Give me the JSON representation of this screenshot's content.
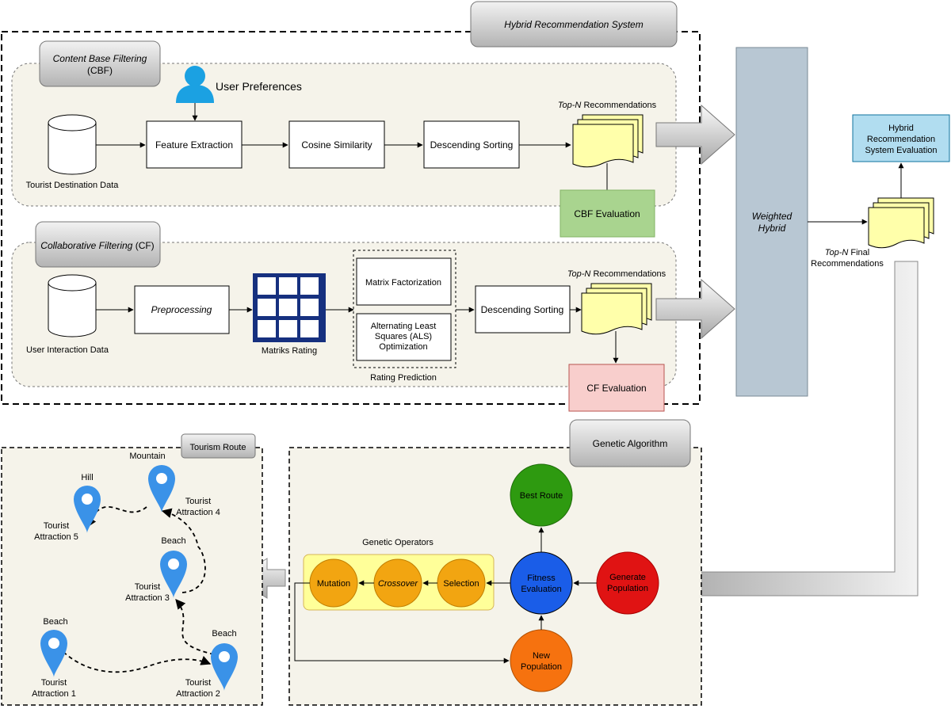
{
  "hybrid_title": "Hybrid Recommendation System",
  "cbf": {
    "title": "Content Base Filtering",
    "abbr": "(CBF)",
    "user_pref": "User Preferences",
    "data": "Tourist Destination Data",
    "step1": "Feature Extraction",
    "step2": "Cosine Similarity",
    "step3": "Descending Sorting",
    "topn_em": "Top-N",
    "topn_rest": " Recommendations",
    "eval": "CBF Evaluation"
  },
  "cf": {
    "title": "Collaborative Filtering",
    "abbr": " (CF)",
    "data": "User Interaction Data",
    "pre": "Preprocessing",
    "matrix": "Matriks Rating",
    "mf": "Matrix Factorization",
    "als1": "Alternating Least",
    "als2": "Squares (ALS)",
    "als3": "Optimization",
    "pred": "Rating Prediction",
    "sort": "Descending Sorting",
    "topn_em": "Top-N",
    "topn_rest": " Recommendations",
    "eval": "CF Evaluation"
  },
  "weighted1": "Weighted",
  "weighted2": "Hybrid",
  "final_topn_em": "Top-N",
  "final_topn_rest": " Final",
  "final_line2": "Recommendations",
  "hybrid_eval1": "Hybrid",
  "hybrid_eval2": "Recommendation",
  "hybrid_eval3": "System Evaluation",
  "ga": {
    "title": "Genetic Algorithm",
    "operators": "Genetic Operators",
    "mutation": "Mutation",
    "crossover": "Crossover",
    "selection": "Selection",
    "fitness1": "Fitness",
    "fitness2": "Evaluation",
    "generate1": "Generate",
    "generate2": "Population",
    "best": "Best Route",
    "new1": "New",
    "new2": "Population"
  },
  "route": {
    "title": "Tourism Route",
    "mountain": "Mountain",
    "hill": "Hill",
    "beach_a": "Beach",
    "beach_b": "Beach",
    "beach_c": "Beach",
    "ta": "Tourist",
    "a1": "Attraction 1",
    "a2": "Attraction 2",
    "a3": "Attraction 3",
    "a4": "Attraction 4",
    "a5": "Attraction 5"
  },
  "colors": {
    "panel": "#f5f3ea",
    "best": "#2e9a10",
    "fitness": "#1a5de8",
    "generate": "#e01313",
    "new": "#f6720f",
    "operator": "#f2a511",
    "pin": "#3a92e8",
    "doc": "#ffffaa",
    "wh": "#b8c7d3"
  }
}
